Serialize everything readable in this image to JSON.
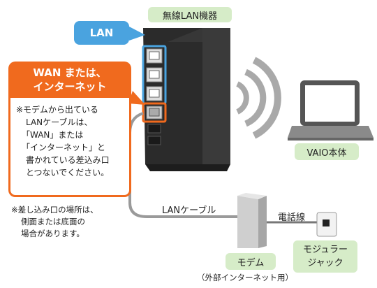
{
  "device_title": "無線LAN機器",
  "lan_tag": "LAN",
  "wan_callout": {
    "title_line1": "WAN または、",
    "title_line2": "インターネット",
    "body_lines": [
      "※モデムから出ている",
      "LANケーブルは、",
      "「WAN」または",
      "「インターネット」と",
      "書かれている差込み口",
      "とつないでください。"
    ]
  },
  "side_note_lines": [
    "※差し込み口の場所は、",
    "側面または底面の",
    "場合があります。"
  ],
  "laptop_label": "VAIO本体",
  "lan_cable_label": "LANケーブル",
  "phone_line_label": "電話線",
  "modem_label": "モデム",
  "modem_sub_label": "（外部インターネット用）",
  "jack_label_line1": "モジュラー",
  "jack_label_line2": "ジャック",
  "colors": {
    "accent_blue": "#4aa3df",
    "accent_orange": "#f06a1e",
    "label_green": "#d6ecc8",
    "device_dark": "#2b2b2b",
    "cable_gray": "#9a9a9a"
  }
}
